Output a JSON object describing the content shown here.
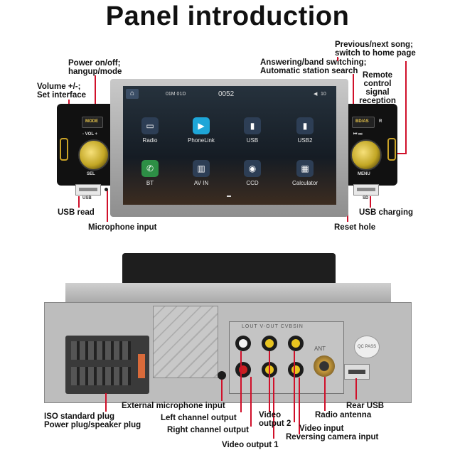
{
  "title": "Panel introduction",
  "labels": {
    "power": [
      "Power on/off;",
      "hangup/mode"
    ],
    "volume": [
      "Volume +/-;",
      "Set interface"
    ],
    "answering": [
      "Answering/band switching;",
      "Automatic station search"
    ],
    "prev_next": [
      "Previous/next song;",
      "switch to home page"
    ],
    "remote": [
      "Remote",
      "control",
      "signal",
      "reception"
    ],
    "usb_read": "USB read",
    "microphone": "Microphone input",
    "reset": "Reset hole",
    "usb_charging": "USB charging",
    "external_mic": "External microphone input",
    "left_channel": "Left channel output",
    "right_channel": "Right channel output",
    "video_output_2": [
      "Video",
      "output 2"
    ],
    "video_output_1": "Video output 1",
    "iso_plug": [
      "ISO standard plug",
      "Power plug/speaker plug"
    ],
    "radio_antenna": "Radio antenna",
    "video_input": "Video input",
    "reversing_camera": "Reversing camera input",
    "rear_usb": "Rear USB"
  },
  "screen": {
    "status_date": "01M 01D",
    "status_time": "0052",
    "status_volume": "10",
    "apps": [
      {
        "label": "Radio",
        "icon": "radio-icon",
        "glyph": "▭"
      },
      {
        "label": "PhoneLink",
        "icon": "phonelink-icon",
        "glyph": "▶"
      },
      {
        "label": "USB",
        "icon": "usb-icon",
        "glyph": "▮"
      },
      {
        "label": "USB2",
        "icon": "usb2-icon",
        "glyph": "▮"
      },
      {
        "label": "BT",
        "icon": "phone-icon",
        "glyph": "✆"
      },
      {
        "label": "AV IN",
        "icon": "av-in-icon",
        "glyph": "▥"
      },
      {
        "label": "CCD",
        "icon": "camera-icon",
        "glyph": "◉"
      },
      {
        "label": "Calculator",
        "icon": "calculator-icon",
        "glyph": "▦"
      }
    ]
  },
  "panel": {
    "mode_key": "MODE",
    "vol_key": "- VOL +",
    "sel_key": "SEL",
    "usb_key": "USB",
    "bdas_key": "BD/AS",
    "r_key": "R",
    "menu_key": "MENU",
    "sd_key": "SD"
  },
  "rear": {
    "rca_text": "LOUT V-OUT CVBSIN",
    "ant_text": "ANT",
    "qc_text": "QC PASS"
  },
  "colors": {
    "leader_lines": "#d0102a"
  }
}
